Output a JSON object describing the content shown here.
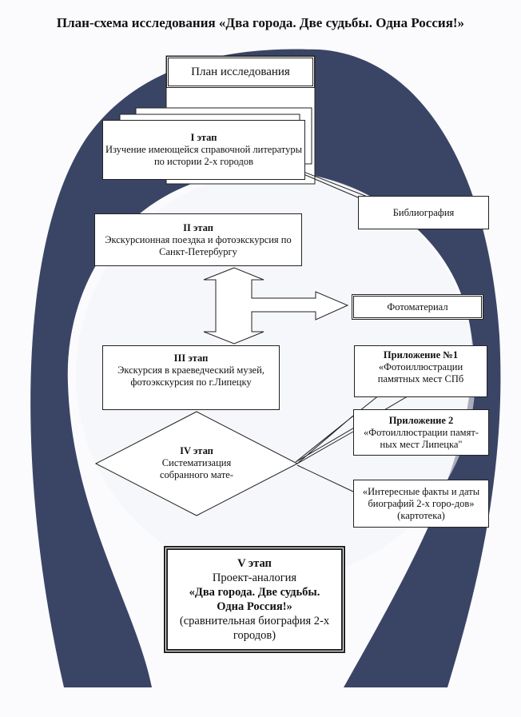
{
  "title": "План-схема исследования «Два города. Две судьбы. Одна Россия!»",
  "plan": "План исследования",
  "stage1": {
    "label": "I  этап",
    "text": "Изучение имеющейся справочной литературы по истории 2-х городов"
  },
  "bibliography": "Библиография",
  "stage2": {
    "label": "II  этап",
    "text": "Экскурсионная поездка и фотоэкскурсия по Санкт-Петербургу"
  },
  "photo": "Фотоматериал",
  "stage3": {
    "label": "III  этап",
    "text": "Экскурсия в краеведческий музей, фотоэкскурсия по г.Липецку"
  },
  "appendix1": {
    "label": "Приложение №1",
    "text": "«Фотоиллюстрации памятных мест СПб"
  },
  "stage4": {
    "label": "IV  этап",
    "text": "Систематизация собранного мате-"
  },
  "appendix2": {
    "label": "Приложение 2",
    "text": "«Фотоиллюстрации памят-ных мест Липецка\""
  },
  "facts": "«Интересные факты и даты биографий 2-х горо-дов» (картотека)",
  "stage5": {
    "label": "V этап",
    "line1": "Проект-аналогия",
    "bold": "«Два города. Две судьбы. Одна Россия!»",
    "text": "(сравнительная биография 2-х городов)"
  },
  "colors": {
    "dark": "#3a4566",
    "paper": "#fbfbfd"
  }
}
